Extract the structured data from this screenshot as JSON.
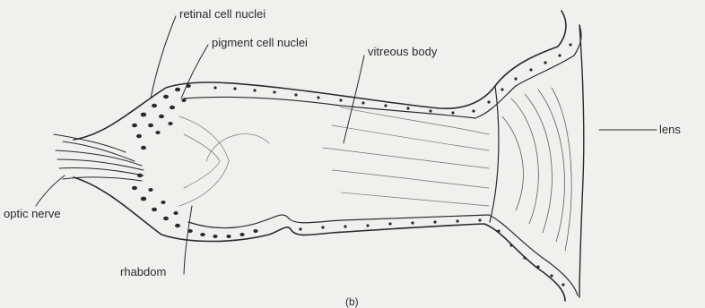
{
  "diagram": {
    "labels": {
      "retinal_cell_nuclei": "retinal cell nuclei",
      "pigment_cell_nuclei": "pigment cell nuclei",
      "vitreous_body": "vitreous body",
      "lens": "lens",
      "optic_nerve": "optic nerve",
      "rhabdom": "rhabdom",
      "panel": "(b)"
    },
    "colors": {
      "background": "#f0f0ee",
      "ink": "#2a2a2a"
    }
  }
}
